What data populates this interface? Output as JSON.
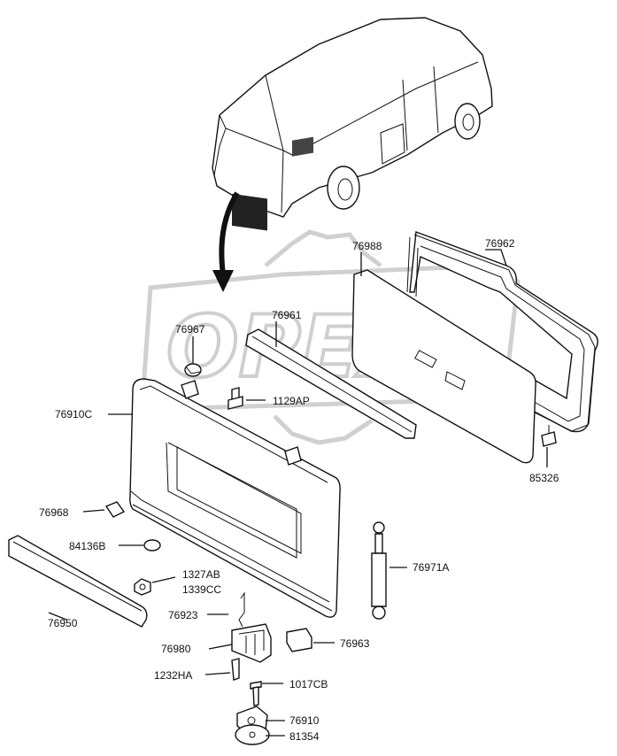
{
  "watermark": "OPEX",
  "labels": {
    "p76988": "76988",
    "p76962": "76962",
    "p76961": "76961",
    "p76967": "76967",
    "p1129AP": "1129AP",
    "p76910C": "76910C",
    "p85326": "85326",
    "p76968": "76968",
    "p84136B": "84136B",
    "p1327AB": "1327AB",
    "p1339CC": "1339CC",
    "p76971A": "76971A",
    "p76950": "76950",
    "p76923": "76923",
    "p76980": "76980",
    "p76963": "76963",
    "p1232HA": "1232HA",
    "p1017CB": "1017CB",
    "p76910": "76910",
    "p81354": "81354"
  }
}
